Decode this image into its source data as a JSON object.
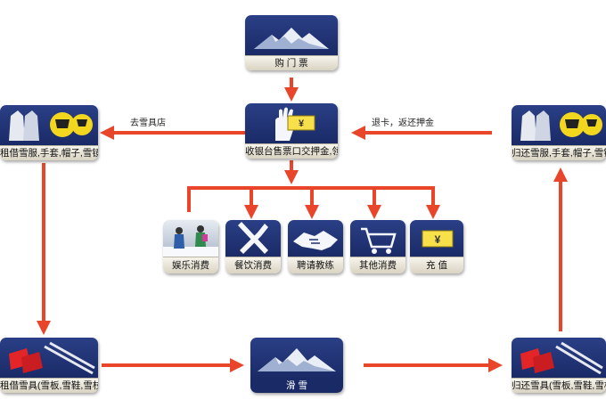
{
  "nodes": {
    "buy_ticket": "购 门 票",
    "cashier": "收银台售票口交押金,领卡",
    "rent_clothes": "租借雪服,手套,帽子,雪镜",
    "return_clothes": "归还雪服,手套,帽子,雪镜",
    "rent_gear": "租借雪具(雪板,雪鞋,雪杖)",
    "ski": "滑      雪",
    "return_gear": "归还雪具(雪板,雪鞋,雪杖)",
    "entertainment": "娱乐消费",
    "dining": "餐饮消费",
    "coach": "聘请教练",
    "other": "其他消费",
    "recharge": "充    值"
  },
  "edges": {
    "to_shop": "去雪具店",
    "refund": "退卡，返还押金"
  },
  "symbols": {
    "yen": "¥"
  },
  "colors": {
    "arrow": "#e8452a",
    "card_top": "#1f2f6e",
    "card_label_bg": "#efece3"
  }
}
